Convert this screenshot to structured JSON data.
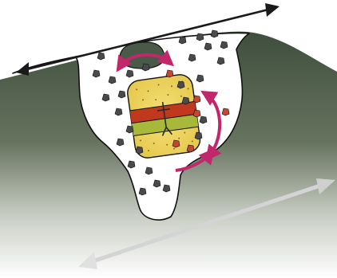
{
  "colors": {
    "background": "#ffffff",
    "ground_dark": "#4a5a48",
    "ground_mid": "#8e9a8a",
    "ground_light": "#ffffff",
    "cavity_fill": "#ffffff",
    "outline": "#111111",
    "rock_dark": "#4a4a4a",
    "rock_red": "#c8452e",
    "body_yellow": "#f2dc6a",
    "band_red": "#c0391f",
    "band_green": "#a8b83a",
    "arrow_magenta": "#c2266b",
    "arrow_black": "#1a1a1a",
    "arrow_gray": "#cfcfcf"
  },
  "icons": {
    "horizontal_arrow": "double-headed-arrow",
    "faded_arrow": "double-headed-arrow",
    "curved_arrows": "curved-double-arrow",
    "rock": "polygon-block",
    "body": "capsule"
  }
}
